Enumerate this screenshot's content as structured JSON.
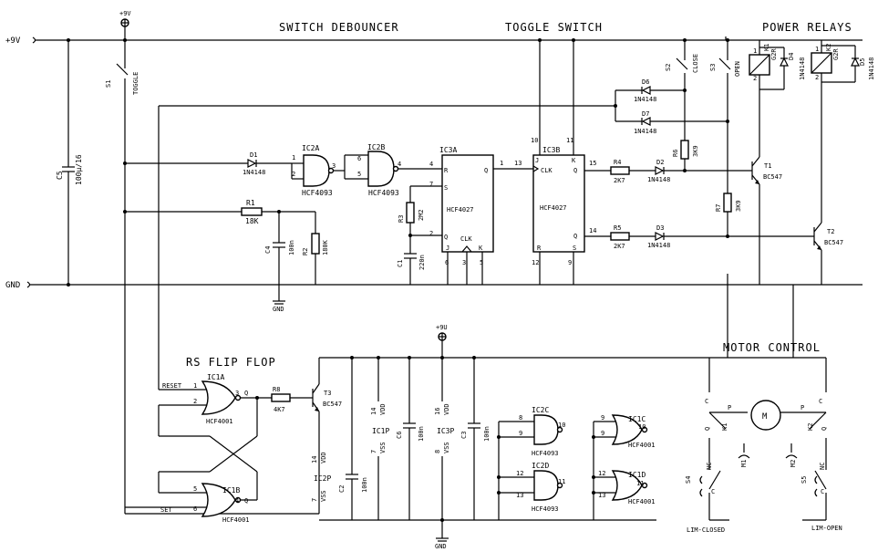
{
  "sections": {
    "debouncer": "SWITCH DEBOUNCER",
    "toggle": "TOGGLE SWITCH",
    "relays": "POWER RELAYS",
    "flipflop": "RS FLIP FLOP",
    "motor": "MOTOR CONTROL"
  },
  "rails": {
    "vcc": "+9V",
    "gnd": "GND",
    "top_supply": "+9V",
    "mid_supply": "+9U",
    "gnd_bottom": "GND",
    "gnd_mid": "GND"
  },
  "components": {
    "S1": "S1",
    "S1_val": "TOGGLE",
    "S2": "S2",
    "S2_val": "CLOSE",
    "S3": "S3",
    "S3_val": "OPEN",
    "S4": "S4",
    "S5": "S5",
    "C5": "C5",
    "C5_val": "100µ/16",
    "D1": "D1",
    "D1_val": "1N4148",
    "D2": "D2",
    "D2_val": "1N4148",
    "D3": "D3",
    "D3_val": "1N4148",
    "D6": "D6",
    "D6_val": "1N4148",
    "D7": "D7",
    "D7_val": "1N4148",
    "D4": "D4",
    "D4_val": "1N4148",
    "D5": "D5",
    "D5_val": "1N4148",
    "R1": "R1",
    "R1_val": "18K",
    "R2": "R2",
    "R2_val": "180K",
    "R3": "R3",
    "R3_val": "2M2",
    "R4": "R4",
    "R4_val": "2K7",
    "R5": "R5",
    "R5_val": "2K7",
    "R6": "R6",
    "R6_val": "3K9",
    "R7": "R7",
    "R7_val": "3K9",
    "R8": "R8",
    "R8_val": "4K7",
    "C1": "C1",
    "C1_val": "220n",
    "C2": "C2",
    "C2_val": "100n",
    "C3": "C3",
    "C3_val": "100n",
    "C4": "C4",
    "C4_val": "100n",
    "C6": "C6",
    "C6_val": "100n",
    "IC2A": "IC2A",
    "IC2B": "IC2B",
    "IC2_val": "HCF4093",
    "IC3A": "IC3A",
    "IC3B": "IC3B",
    "IC3_val": "HCF4027",
    "IC1A": "IC1A",
    "IC1B": "IC1B",
    "IC1_val": "HCF4001",
    "IC2C": "IC2C",
    "IC2D": "IC2D",
    "IC1C": "IC1C",
    "IC1D": "IC1D",
    "IC1P": "IC1P",
    "IC2P": "IC2P",
    "IC3P": "IC3P",
    "T1": "T1",
    "T2": "T2",
    "T3": "T3",
    "T_val": "BC547",
    "K1": "K1",
    "K2": "K2",
    "K1_val": "G2R",
    "K2_val": "G2R",
    "M1": "M1",
    "M2": "M2",
    "M": "M",
    "lim_closed": "LIM-CLOSED",
    "lim_open": "LIM-OPEN"
  },
  "pins": {
    "reset": "RESET",
    "set": "SET",
    "R": "R",
    "S": "S",
    "Q": "Q",
    "Qn": "Q",
    "J": "J",
    "K": "K",
    "CLK": "CLK",
    "vdd": "VDD",
    "vss": "VSS",
    "nc": "NC",
    "p": "P",
    "q": "Q",
    "n1": "1",
    "n2": "2",
    "n3": "3",
    "n4": "4",
    "n5": "5",
    "n6": "6",
    "n7": "7",
    "n8": "8",
    "n9": "9",
    "n10": "10",
    "n11": "11",
    "n12": "12",
    "n13": "13",
    "n14": "14",
    "n15": "15",
    "n16": "16",
    "c": "C"
  }
}
